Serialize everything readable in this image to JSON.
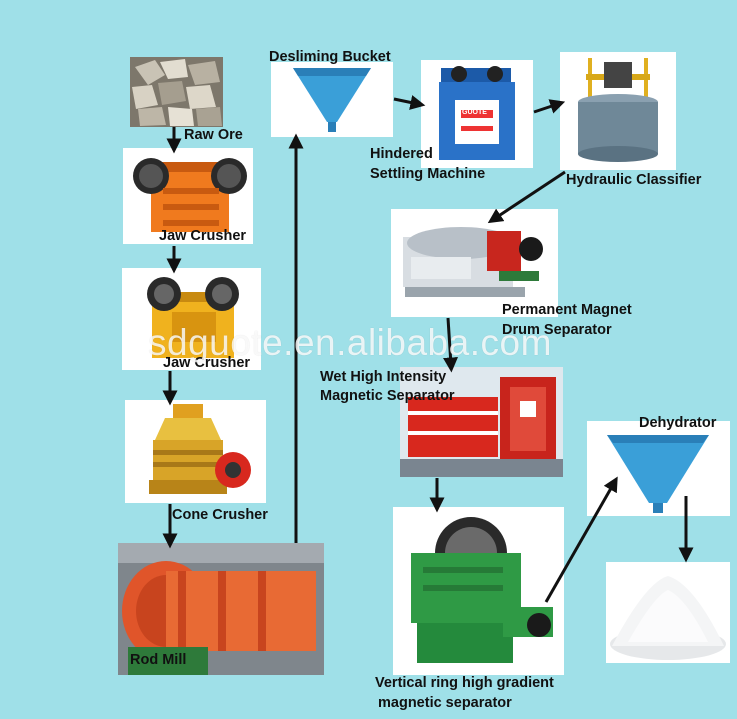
{
  "labels": {
    "raw_ore": "Raw Ore",
    "jaw_crusher_1": "Jaw Crusher",
    "jaw_crusher_2": "Jaw Crusher",
    "cone_crusher": "Cone Crusher",
    "rod_mill": "Rod Mill",
    "desliming_bucket": "Desliming Bucket",
    "hindered_line1": "Hindered",
    "hindered_line2": "Settling Machine",
    "hydraulic_classifier": "Hydraulic Classifier",
    "pm_line1": "Permanent Magnet",
    "pm_line2": "Drum Separator",
    "whims_line1": "Wet High Intensity",
    "whims_line2": "Magnetic Separator",
    "dehydrator": "Dehydrator",
    "vr_line1": "Vertical ring high gradient",
    "vr_line2": "magnetic separator"
  },
  "machine_brand": "GUOTE",
  "watermark": "sdguote.en.alibaba.com",
  "colors": {
    "background": "#9fe0e8",
    "arrow": "#111111",
    "crusher_orange": "#f07a1e",
    "bucket_blue": "#3a9fd8",
    "mill_red": "#e0552a",
    "separator_green": "#2f9a45"
  }
}
